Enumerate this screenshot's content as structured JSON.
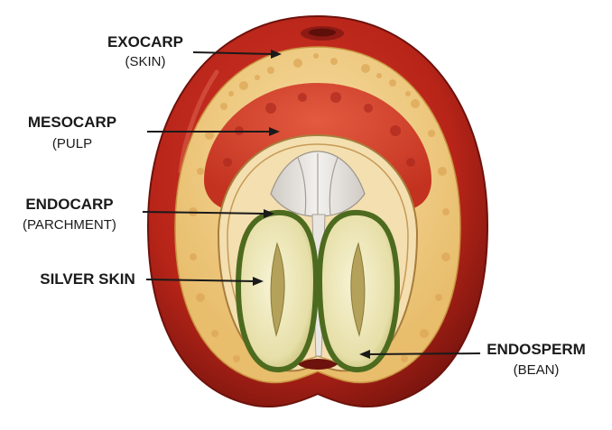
{
  "labels": {
    "exocarp": {
      "name": "EXOCARP",
      "sub": "(SKIN)"
    },
    "mesocarp": {
      "name": "MESOCARP",
      "sub": "(PULP"
    },
    "endocarp": {
      "name": "ENDOCARP",
      "sub": "(PARCHMENT)"
    },
    "silver_skin": {
      "name": "SILVER SKIN",
      "sub": ""
    },
    "endosperm": {
      "name": "ENDOSPERM",
      "sub": "(BEAN)"
    }
  },
  "colors": {
    "exocarp": "#c0291f",
    "exocarp_dark": "#8e1a14",
    "mesocarp": "#f0cf8a",
    "pulp_red": "#d8412e",
    "parchment": "#f3dfb0",
    "silver_skin": "#e4e1dc",
    "bean": "#f2ecc6",
    "bean_rim": "#5a7a2a",
    "label": "#1a1a1a"
  }
}
